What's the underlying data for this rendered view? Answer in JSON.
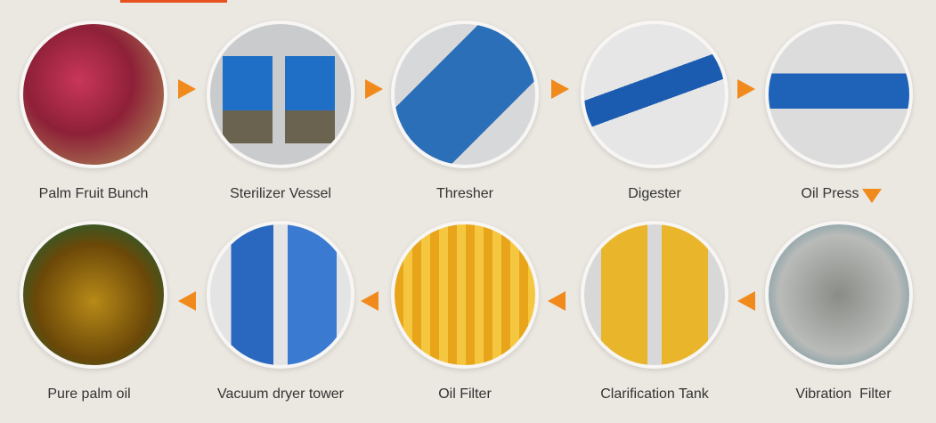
{
  "steps_top": [
    {
      "label": "Palm Fruit Bunch",
      "image": "palm-fruit-bunch-photo"
    },
    {
      "label": "Sterilizer Vessel",
      "image": "sterilizer-vessel-photo"
    },
    {
      "label": "Thresher",
      "image": "thresher-photo"
    },
    {
      "label": "Digester",
      "image": "digester-photo"
    },
    {
      "label": "Oil Press",
      "image": "oil-press-photo"
    }
  ],
  "steps_bottom": [
    {
      "label": "Pure palm oil",
      "image": "pure-palm-oil-photo"
    },
    {
      "label": "Vacuum dryer tower",
      "image": "vacuum-dryer-tower-photo"
    },
    {
      "label": "Oil Filter",
      "image": "oil-filter-photo"
    },
    {
      "label": "Clarification Tank",
      "image": "clarification-tank-photo"
    },
    {
      "label": "Vibration  Filter",
      "image": "vibration-filter-photo"
    }
  ],
  "colors": {
    "arrow": "#f08a1c",
    "background": "#ebe7e1",
    "accent_bar": "#e8501e"
  }
}
